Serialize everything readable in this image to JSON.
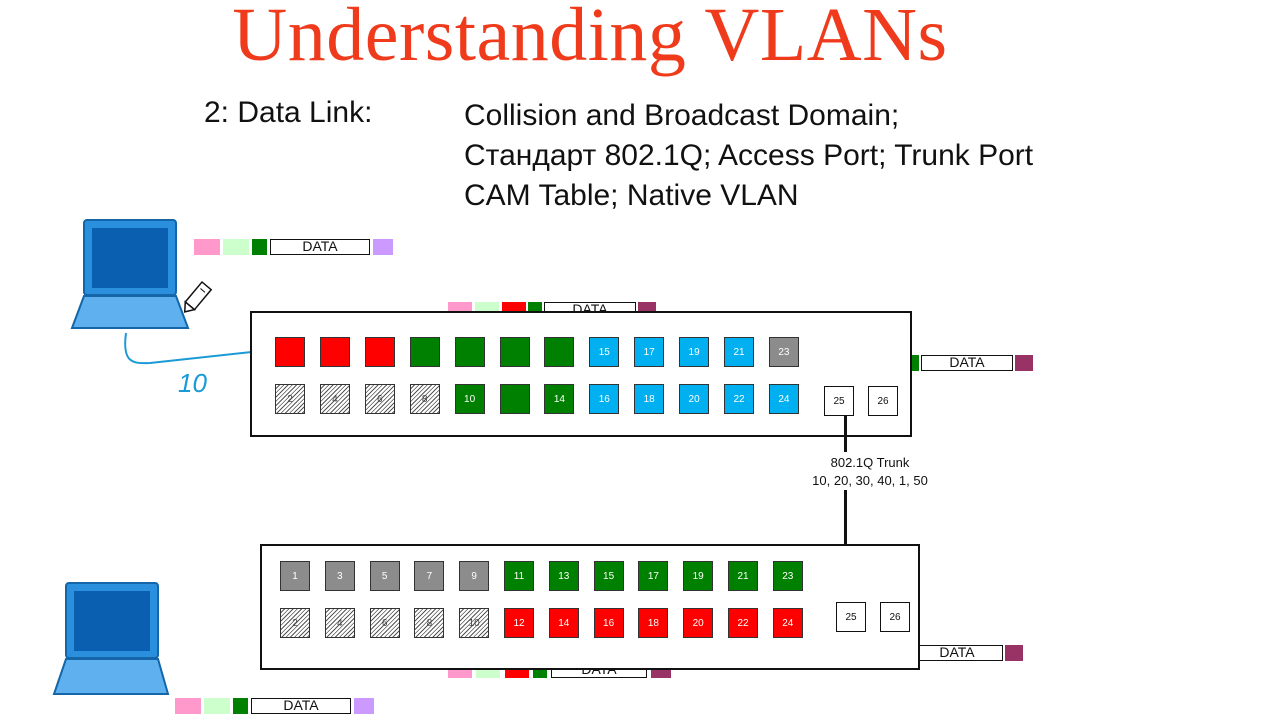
{
  "title": "Understanding VLANs",
  "layer": {
    "label": "2: Data Link:",
    "lines": [
      "Collision and Broadcast Domain;",
      "Стандарт 802.1Q; Access Port; Trunk Port",
      "CAM Table; Native VLAN"
    ]
  },
  "frame_label": "DATA",
  "trunk": {
    "line1": "802.1Q Trunk",
    "line2": "10, 20, 30, 40, 1, 50"
  },
  "annotation": "10",
  "colors": {
    "title": "#ef3b1c",
    "vlan_red": "#ff0000",
    "vlan_green": "#008000",
    "vlan_cyan": "#00b0f0",
    "vlan_gray": "#8c8c8c",
    "laptop": "#1e88d8",
    "frame_pink": "#ff99cc",
    "frame_mint": "#ccffcc",
    "frame_purple": "#cc99ff",
    "frame_maroon": "#993366"
  },
  "switch1": {
    "top_row": [
      {
        "label": "",
        "style": "red"
      },
      {
        "label": "",
        "style": "red"
      },
      {
        "label": "",
        "style": "red"
      },
      {
        "label": "",
        "style": "green"
      },
      {
        "label": "",
        "style": "green"
      },
      {
        "label": "",
        "style": "green"
      },
      {
        "label": "",
        "style": "green"
      },
      {
        "label": "15",
        "style": "cyan"
      },
      {
        "label": "17",
        "style": "cyan"
      },
      {
        "label": "19",
        "style": "cyan"
      },
      {
        "label": "21",
        "style": "cyan"
      },
      {
        "label": "23",
        "style": "gray"
      }
    ],
    "bottom_row": [
      {
        "label": "2",
        "style": "hatch"
      },
      {
        "label": "4",
        "style": "hatch"
      },
      {
        "label": "6",
        "style": "hatch"
      },
      {
        "label": "8",
        "style": "hatch"
      },
      {
        "label": "10",
        "style": "green"
      },
      {
        "label": "",
        "style": "green"
      },
      {
        "label": "14",
        "style": "green"
      },
      {
        "label": "16",
        "style": "cyan"
      },
      {
        "label": "18",
        "style": "cyan"
      },
      {
        "label": "20",
        "style": "cyan"
      },
      {
        "label": "22",
        "style": "cyan"
      },
      {
        "label": "24",
        "style": "cyan"
      }
    ],
    "uplinks": [
      "25",
      "26"
    ]
  },
  "switch2": {
    "top_row": [
      {
        "label": "1",
        "style": "gray"
      },
      {
        "label": "3",
        "style": "gray"
      },
      {
        "label": "5",
        "style": "gray"
      },
      {
        "label": "7",
        "style": "gray"
      },
      {
        "label": "9",
        "style": "gray"
      },
      {
        "label": "11",
        "style": "green"
      },
      {
        "label": "13",
        "style": "green"
      },
      {
        "label": "15",
        "style": "green"
      },
      {
        "label": "17",
        "style": "green"
      },
      {
        "label": "19",
        "style": "green"
      },
      {
        "label": "21",
        "style": "green"
      },
      {
        "label": "23",
        "style": "green"
      }
    ],
    "bottom_row": [
      {
        "label": "2",
        "style": "hatch"
      },
      {
        "label": "4",
        "style": "hatch"
      },
      {
        "label": "6",
        "style": "hatch"
      },
      {
        "label": "8",
        "style": "hatch"
      },
      {
        "label": "10",
        "style": "hatch"
      },
      {
        "label": "12",
        "style": "red"
      },
      {
        "label": "14",
        "style": "red"
      },
      {
        "label": "16",
        "style": "red"
      },
      {
        "label": "18",
        "style": "red"
      },
      {
        "label": "20",
        "style": "red"
      },
      {
        "label": "22",
        "style": "red"
      },
      {
        "label": "24",
        "style": "red"
      }
    ],
    "uplinks": [
      "25",
      "26"
    ]
  }
}
